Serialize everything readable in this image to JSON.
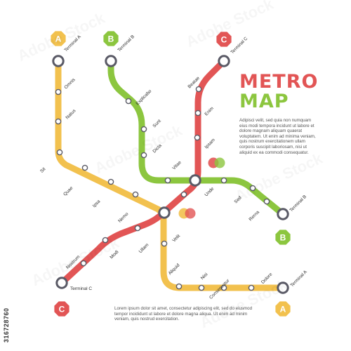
{
  "title": {
    "line1": "METRO",
    "line2": "MAP"
  },
  "description": "Adipisci velit, sed quia non numquam eius modi tempora incidunt ut labore et dolore magnam aliquam quaerat voluptatem. Ut enim ad minima veniam, quis nostrum exercitationem ullam corporis suscipit laboriosam, nisi ut aliquid ex ea commodi consequatur.",
  "footer": "Lorem ipsum dolor sit amet, consectetur adipiscing elit, sed do eiusmod tempor incididunt ut labore et dolore magna aliqua. Ut enim ad minim veniam, quis nostrud exercitation.",
  "stock_id": "316728760",
  "watermark": "Adobe Stock",
  "colors": {
    "line_a": "#f2c14e",
    "line_b": "#8cc63f",
    "line_c": "#e25555",
    "station_stroke": "#5a5a66",
    "label": "#333333"
  },
  "lines": {
    "a": {
      "badge": "A",
      "terminals": [
        "Terminal A",
        "Terminal A"
      ],
      "stations": [
        "Omnis",
        "Natus",
        "Sit",
        "Quae",
        "Ipsa",
        "Velit",
        "Aliquid",
        "Nisi",
        "Consequatur",
        "Dolore"
      ]
    },
    "b": {
      "badge": "B",
      "terminals": [
        "Terminal B",
        "Terminal B"
      ],
      "stations": [
        "Explicabo",
        "Sunt",
        "Dicta",
        "Vitae",
        "Unde",
        "Sed",
        "Rerna"
      ]
    },
    "c": {
      "badge": "C",
      "terminals": [
        "Terminal C",
        "Terminal C"
      ],
      "stations": [
        "Beatae",
        "Enim",
        "Ipsam",
        "Nemo",
        "Ullam",
        "Modi",
        "Nostrum"
      ]
    }
  }
}
